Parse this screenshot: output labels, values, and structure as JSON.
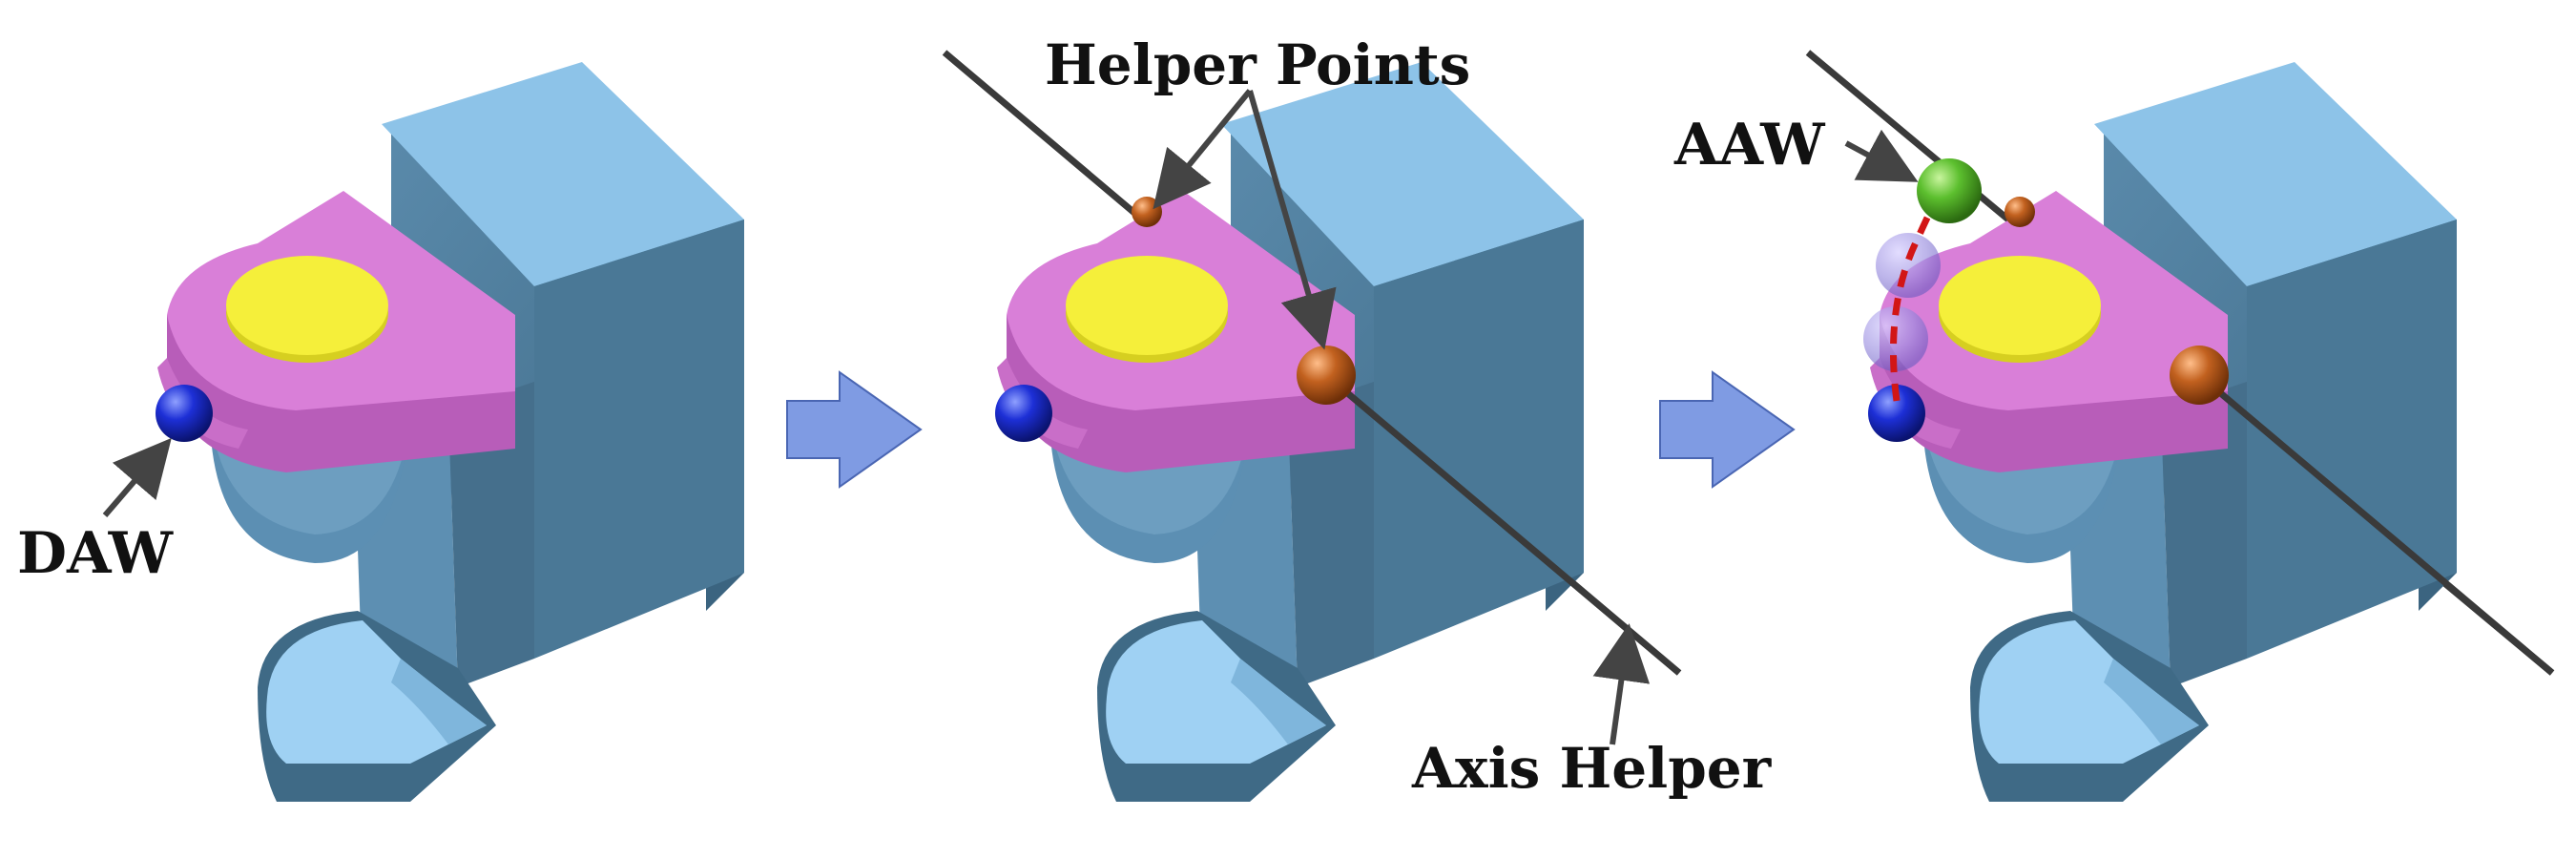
{
  "labels": {
    "daw": "DAW",
    "helper_points": "Helper Points",
    "axis_helper": "Axis Helper",
    "aaw": "AAW"
  },
  "colors": {
    "body_top": "#8dc3e8",
    "body_front": "#4e7d9b",
    "body_side": "#5f90b2",
    "lid": "#d97fd8",
    "lid_side": "#b85db9",
    "lid_top_disc": "#f5ef3a",
    "base": "#9fd1f3",
    "daw_sphere": "#1d2fd6",
    "helper_point_sphere": "#c2611f",
    "aaw_sphere": "#5cbf2e",
    "ghost_sphere": "#a79be0",
    "rotation_path": "#d21616",
    "arrow": "#7f9be3",
    "axis_line": "#444444"
  },
  "panels": [
    {
      "id": "panel-1",
      "shows": [
        "daw"
      ]
    },
    {
      "id": "panel-2",
      "shows": [
        "daw",
        "helper_points",
        "axis_helper"
      ]
    },
    {
      "id": "panel-3",
      "shows": [
        "daw",
        "helper_points",
        "axis_helper",
        "aaw",
        "rotation_path"
      ]
    }
  ]
}
